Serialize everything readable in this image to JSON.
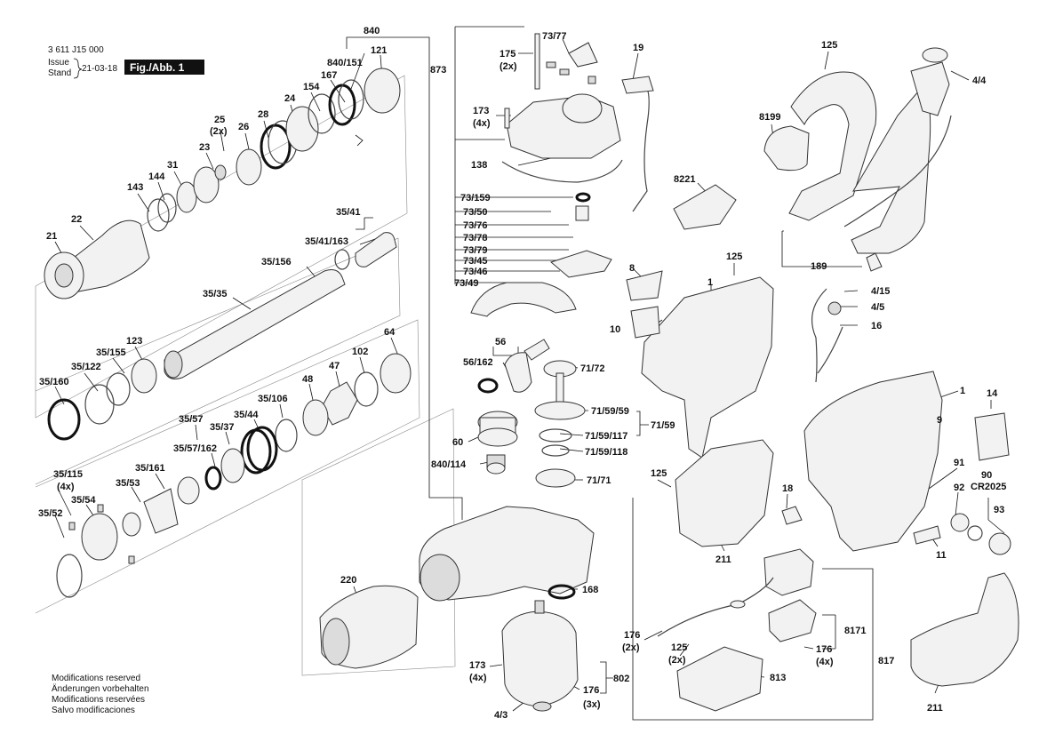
{
  "header": {
    "doc_number": "3 611 J15 000",
    "issue_label_1": "Issue",
    "issue_label_2": "Stand",
    "issue_date": "21-03-18",
    "figure_label": "Fig./Abb. 1"
  },
  "footer": {
    "lines": [
      "Modifications reserved",
      "Änderungen vorbehalten",
      "Modifications reservées",
      "Salvo modificaciones"
    ]
  },
  "callouts": {
    "c840": "840",
    "c121": "121",
    "c840_151": "840/151",
    "c167": "167",
    "c154": "154",
    "c24": "24",
    "c28": "28",
    "c26": "26",
    "c25": "25",
    "c25q": "(2x)",
    "c23": "23",
    "c31": "31",
    "c144": "144",
    "c143": "143",
    "c22": "22",
    "c21": "21",
    "c35_41": "35/41",
    "c35_41_163": "35/41/163",
    "c35_156": "35/156",
    "c35_35": "35/35",
    "c123": "123",
    "c35_155": "35/155",
    "c35_122": "35/122",
    "c35_160": "35/160",
    "c64": "64",
    "c102": "102",
    "c47": "47",
    "c48": "48",
    "c35_106": "35/106",
    "c35_44": "35/44",
    "c35_37": "35/37",
    "c35_57": "35/57",
    "c35_57_162": "35/57/162",
    "c35_161": "35/161",
    "c35_115": "35/115",
    "c35_115q": "(4x)",
    "c35_54": "35/54",
    "c35_53": "35/53",
    "c35_52": "35/52",
    "c873": "873",
    "c73_77": "73/77",
    "c175": "175",
    "c175q": "(2x)",
    "c19": "19",
    "c173a": "173",
    "c173aq": "(4x)",
    "c138": "138",
    "c73_159": "73/159",
    "c73_50": "73/50",
    "c73_76": "73/76",
    "c73_78": "73/78",
    "c73_79": "73/79",
    "c73_45": "73/45",
    "c73_46": "73/46",
    "c73_49": "73/49",
    "c8221": "8221",
    "c56": "56",
    "c56_162": "56/162",
    "c71_72": "71/72",
    "c71_59_59": "71/59/59",
    "c71_59": "71/59",
    "c71_59_117": "71/59/117",
    "c71_59_118": "71/59/118",
    "c60": "60",
    "c840_114": "840/114",
    "c71_71": "71/71",
    "c220": "220",
    "c168": "168",
    "c173b": "173",
    "c173bq": "(4x)",
    "c4_3": "4/3",
    "c176a": "176",
    "c176aq": "(3x)",
    "c802": "802",
    "c125a": "125",
    "c4_4": "4/4",
    "c8199": "8199",
    "c189": "189",
    "c8": "8",
    "c125b": "125",
    "c1a": "1",
    "c10": "10",
    "c4_15": "4/15",
    "c4_5": "4/5",
    "c16": "16",
    "c1b": "1",
    "c14": "14",
    "c9": "9",
    "c125c": "125",
    "c211a": "211",
    "c18": "18",
    "c91": "91",
    "c90": "90",
    "c cr2025": "CR2025",
    "c92": "92",
    "c93": "93",
    "c11": "11",
    "c176b": "176",
    "c176bq": "(2x)",
    "c125d": "125",
    "c125dq": "(2x)",
    "c8171": "8171",
    "c176c": "176",
    "c176cq": "(4x)",
    "c817": "817",
    "c813": "813",
    "c211b": "211"
  }
}
